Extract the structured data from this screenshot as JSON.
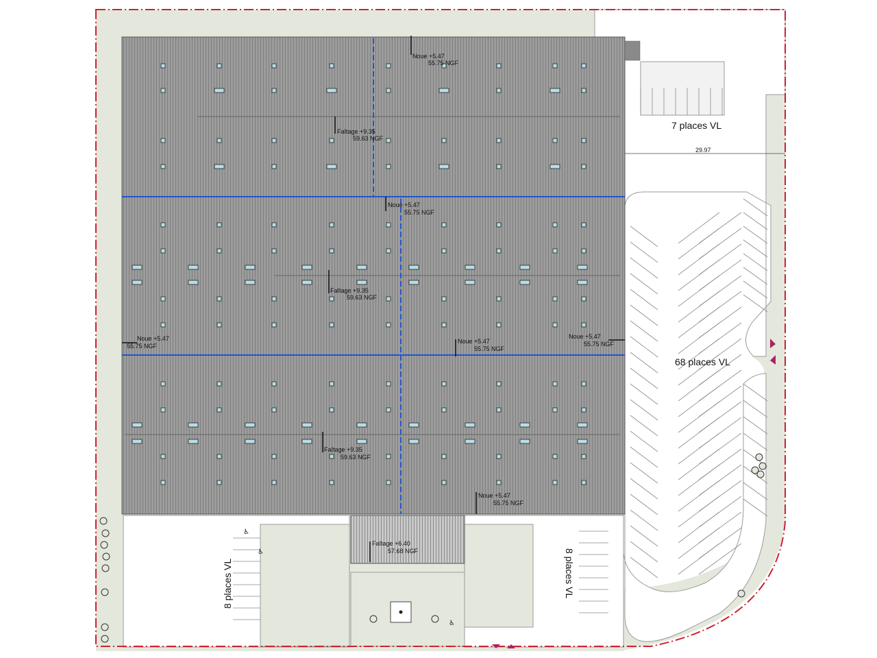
{
  "plan": {
    "annotations": {
      "noue_a": {
        "line1": "Noue +5.47",
        "line2": "55.75 NGF"
      },
      "faitage_a": {
        "line1": "Faîtage +9.35",
        "line2": "59.63 NGF"
      },
      "noue_b": {
        "line1": "Noue +5.47",
        "line2": "55.75 NGF"
      },
      "faitage_b": {
        "line1": "Faîtage +9.35",
        "line2": "59.63 NGF"
      },
      "noue_left": {
        "line1": "Noue +5.47",
        "line2": "55.75 NGF"
      },
      "noue_mid": {
        "line1": "Noue +5.47",
        "line2": "55.75 NGF"
      },
      "noue_right": {
        "line1": "Noue +5.47",
        "line2": "55.75 NGF"
      },
      "faitage_c": {
        "line1": "Faîtage +9.35",
        "line2": "59.63 NGF"
      },
      "noue_bottom": {
        "line1": "Noue +5.47",
        "line2": "55.75 NGF"
      },
      "faitage_canopy": {
        "line1": "Faîtage +6.40",
        "line2": "57.68 NGF"
      }
    },
    "parking": {
      "top": "7 places VL",
      "right": "68 places VL",
      "bottom_left": "8 places VL",
      "bottom_right": "8 places VL"
    },
    "dimension": "29.97",
    "colors": {
      "roof": "#9a9a9a",
      "boundary": "#cc2233",
      "ridge_line": "#2255cc",
      "green_space": "#e4e8dc",
      "skylight": "#b9dde6"
    }
  }
}
